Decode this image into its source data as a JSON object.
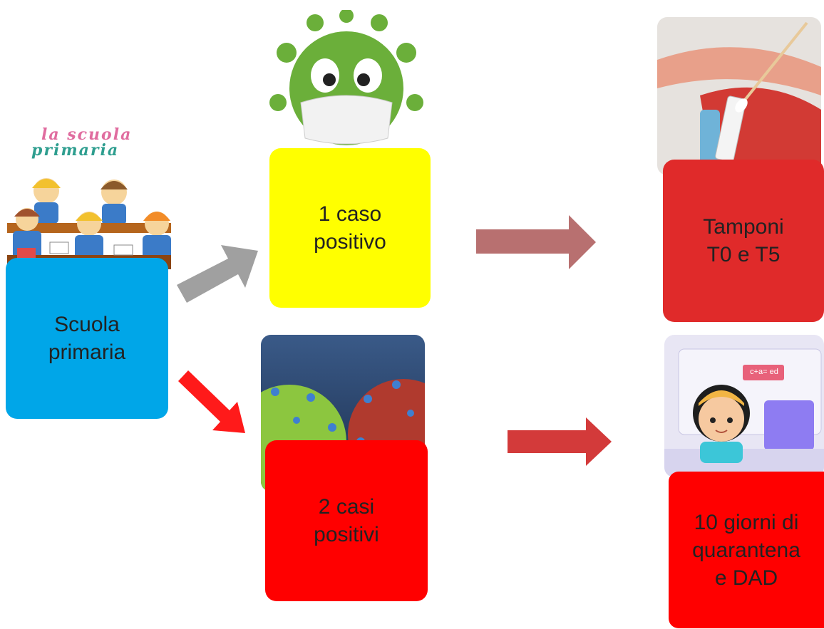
{
  "colors": {
    "blue": "#00A6E8",
    "yellow": "#FFFF00",
    "red_box": "#FF0000",
    "tamponi_red": "#E02A2A",
    "arrow_gray": "#A0A0A0",
    "arrow_red": "#FF1A1A",
    "arrow_mauve": "#B87070",
    "arrow_brick": "#D33A3A"
  },
  "logo": {
    "line1": "la scuola",
    "line2": "primaria"
  },
  "boxes": {
    "school": {
      "line1": "Scuola",
      "line2": "primaria"
    },
    "one_case": {
      "line1": "1 caso",
      "line2": "positivo"
    },
    "two_cases": {
      "line1": "2 casi",
      "line2": "positivi"
    },
    "tamponi": {
      "line1": "Tamponi",
      "line2": "T0 e T5"
    },
    "quarantena": {
      "line1": "10 giorni di",
      "line2": "quarantena",
      "line3": "e DAD"
    }
  },
  "images": {
    "classroom": "classroom-children-illustration",
    "virus_mask": "virus-with-mask-illustration",
    "virus_3d": "coronavirus-particles-illustration",
    "swab": "covid-swab-test-photo",
    "dad": "girl-at-computer-illustration"
  },
  "dad_screen_text": "c+a= ed"
}
